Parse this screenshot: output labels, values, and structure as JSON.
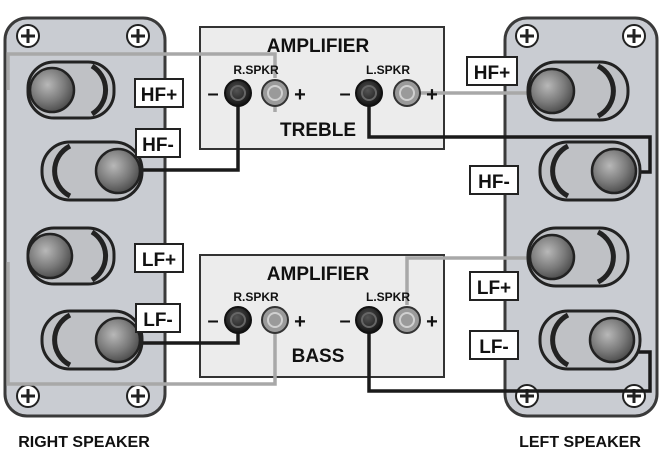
{
  "amplifiers": [
    {
      "title": "AMPLIFIER",
      "subtitle": "TREBLE",
      "r_label": "R.SPKR",
      "l_label": "L.SPKR",
      "minus": "–",
      "plus": "+"
    },
    {
      "title": "AMPLIFIER",
      "subtitle": "BASS",
      "r_label": "R.SPKR",
      "l_label": "L.SPKR",
      "minus": "–",
      "plus": "+"
    }
  ],
  "right_speaker": {
    "caption": "RIGHT SPEAKER",
    "hf_plus": "HF+",
    "hf_minus": "HF-",
    "lf_plus": "LF+",
    "lf_minus": "LF-"
  },
  "left_speaker": {
    "caption": "LEFT SPEAKER",
    "hf_plus": "HF+",
    "hf_minus": "HF-",
    "lf_plus": "LF+",
    "lf_minus": "LF-"
  },
  "colors": {
    "panel": "#c9ccd2",
    "panel_stroke": "#3a3a3a",
    "amp_fill": "#ececec",
    "wire_dark": "#1a1a1a",
    "wire_light": "#a8a8a8",
    "terminal_dark": "#2a2a2a",
    "terminal_light": "#8c8c8c"
  }
}
